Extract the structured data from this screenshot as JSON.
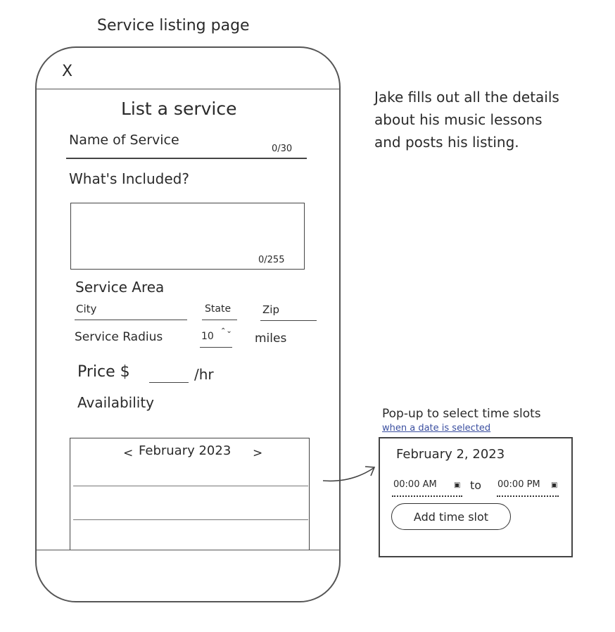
{
  "sketch": {
    "title": "Service listing page",
    "annotation": "Jake fills out all the details about his music lessons and posts his listing."
  },
  "screen": {
    "close_glyph": "X",
    "title": "List a service",
    "service_name": {
      "label": "Name of Service",
      "counter": "0/30"
    },
    "included": {
      "label": "What's Included?",
      "counter": "0/255"
    },
    "service_area": {
      "label": "Service Area",
      "city": "City",
      "state": "State",
      "zip": "Zip"
    },
    "radius": {
      "label": "Service Radius",
      "value": "10",
      "stepper_glyph": "⌃⌄",
      "unit": "miles"
    },
    "price": {
      "label": "Price $",
      "unit": "/hr"
    },
    "availability": {
      "label": "Availability",
      "prev_glyph": "<",
      "month": "February 2023",
      "next_glyph": ">"
    }
  },
  "popup": {
    "caption": "Pop-up to select time slots",
    "subcaption": "when a date is selected",
    "date": "February 2, 2023",
    "start_time": "00:00 AM",
    "to_label": "to",
    "end_time": "00:00 PM",
    "time_icon_glyph": "▣",
    "add_button": "Add time slot"
  }
}
